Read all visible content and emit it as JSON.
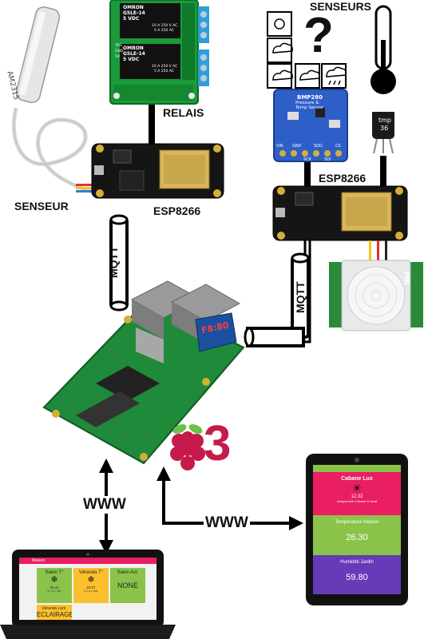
{
  "labels": {
    "relais": "RELAIS",
    "senseur": "SENSEUR",
    "senseurs": "SENSEURS",
    "esp_left": "ESP8266",
    "esp_right": "ESP8266",
    "mqtt_left": "MQTT",
    "mqtt_right": "MQTT",
    "www_left": "WWW",
    "www_right": "WWW",
    "pir": "PIR",
    "rpi_version": "3",
    "question": "?"
  },
  "sensor_probe": {
    "model": "AM2315"
  },
  "relay": {
    "brand": "OMRON",
    "model": "G5LE-14",
    "voltage": "5 VDC",
    "spec1": "10 A 250 V AC",
    "spec2": "5 A 250 AC",
    "pins": [
      "TRS",
      "GND",
      "5V"
    ]
  },
  "bmp": {
    "name": "BMP280",
    "desc1": "Pressure &",
    "desc2": "Temp Sensor",
    "pins": [
      "VIN",
      "GND",
      "SCK",
      "SDO",
      "SDI",
      "CS"
    ]
  },
  "tmp": {
    "name": "tmp",
    "num": "36"
  },
  "display": {
    "value": "F8:80"
  },
  "tablet": {
    "panels": [
      {
        "title": "Cabane Lux",
        "value": "12.32",
        "sub": "Uniquement Cabane le lundi",
        "color": "#e91e63"
      },
      {
        "title": "Température Maison",
        "value": "26.30",
        "sub": "",
        "color": "#8bc34a"
      },
      {
        "title": "Humidité Jardin",
        "value": "59.80",
        "sub": "",
        "color": "#673ab7"
      }
    ]
  },
  "laptop": {
    "app_title": "Maison",
    "cards": [
      {
        "title": "Salon T°",
        "value": "26.41",
        "sub": "Il y a 1 min",
        "color": "#8bc34a"
      },
      {
        "title": "Véranda T°",
        "value": "23.97",
        "sub": "Il y a 1 min",
        "color": "#fbc02d"
      },
      {
        "title": "Salon Act.",
        "value": "NONE",
        "sub": "",
        "color": "#8bc34a"
      },
      {
        "title": "Véranda Lum.",
        "value": "ECLAIRAGE",
        "sub": "",
        "color": "#fbc02d"
      }
    ]
  },
  "colors": {
    "relay_board": "#1a9a3a",
    "relay_block": "#111111",
    "terminal": "#2e9fd8",
    "esp_board": "#151515",
    "bmp_board": "#2e5fc9",
    "rpi_board": "#1f8a3a",
    "raspberry": "#c51a4a",
    "tablet_frame": "#111111",
    "laptop_frame": "#111111"
  }
}
